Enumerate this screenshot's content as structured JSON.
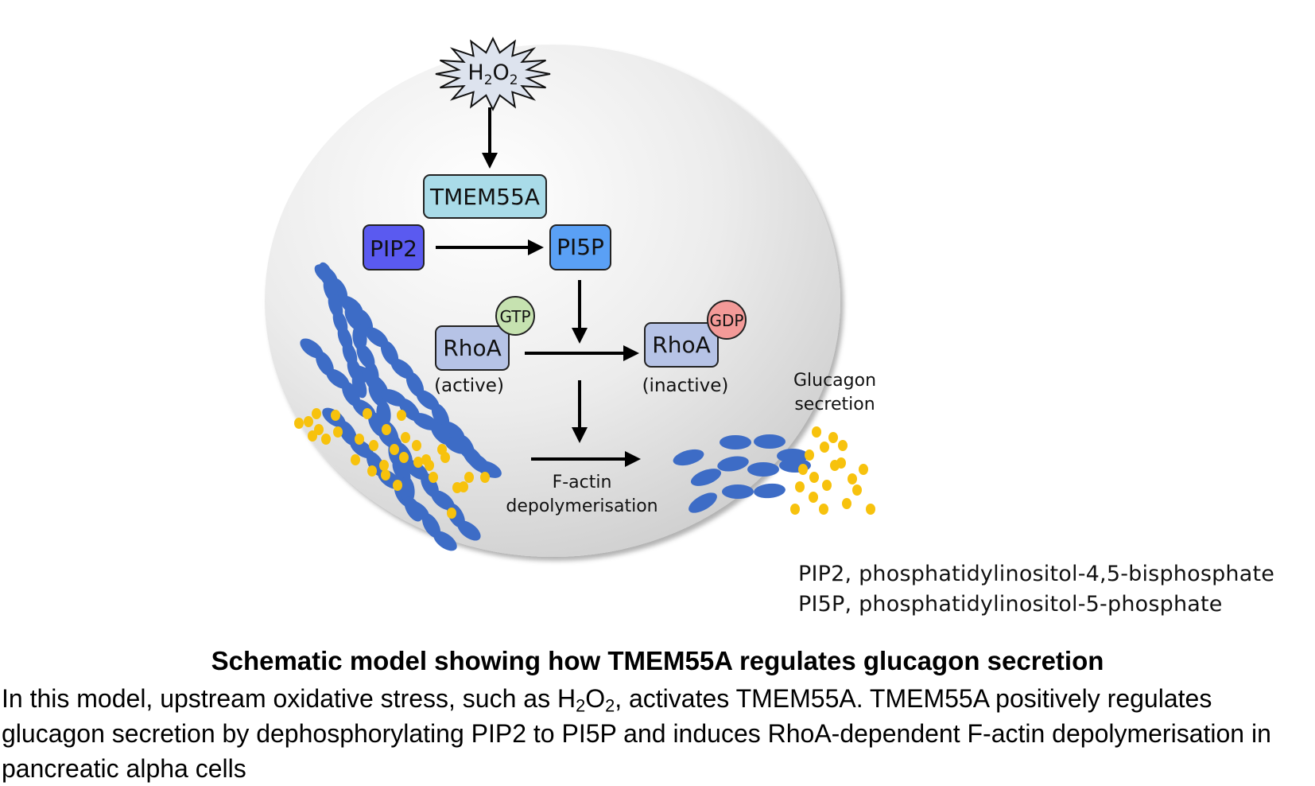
{
  "diagram": {
    "stressor": {
      "base": "H",
      "sub1": "2",
      "mid": "O",
      "sub2": "2"
    },
    "tmem55a": "TMEM55A",
    "pip2": "PIP2",
    "pi5p": "PI5P",
    "rhoa_active": {
      "label": "RhoA",
      "nucleotide": "GTP",
      "state": "(active)"
    },
    "rhoa_inactive": {
      "label": "RhoA",
      "nucleotide": "GDP",
      "state": "(inactive)"
    },
    "factin": {
      "line1": "F-actin",
      "line2": "depolymerisation"
    },
    "glucagon": {
      "line1": "Glucagon",
      "line2": "secretion"
    },
    "colors": {
      "tmem55a_fill": "#a9dbe8",
      "pip2_fill": "#5a5af0",
      "pi5p_fill": "#5aa0f5",
      "rhoa_fill": "#b6c3e6",
      "gtp_fill": "#c6e2b0",
      "gdp_fill": "#f39a98",
      "actin": "#3d6cc6",
      "granule": "#f7c20d",
      "cell": "#e6e6e6"
    }
  },
  "abbreviations": [
    "PIP2, phosphatidylinositol-4,5-bisphosphate",
    "PI5P, phosphatidylinositol-5-phosphate"
  ],
  "caption": {
    "title": "Schematic model showing how TMEM55A regulates glucagon secretion",
    "body_part1": "In this model, upstream oxidative stress, such as H",
    "body_sub1": "2",
    "body_part2": "O",
    "body_sub2": "2",
    "body_part3": ", activates TMEM55A. TMEM55A positively regulates glucagon secretion by dephosphorylating PIP2 to PI5P and induces RhoA-dependent F-actin depolymerisation in pancreatic alpha cells"
  }
}
